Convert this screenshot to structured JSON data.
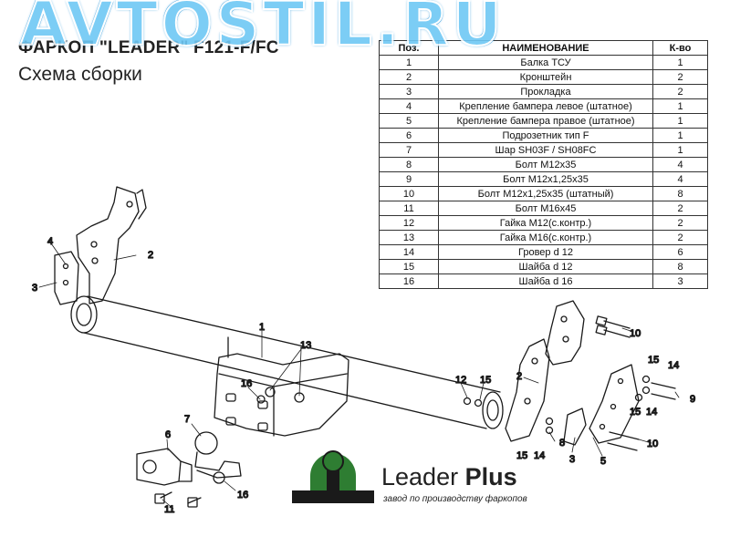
{
  "watermark": "AVTOSTIL.RU",
  "title": "ФАРКОП \"LEADER\" F121-F/FC",
  "subtitle": "Схема сборки",
  "table": {
    "headers": [
      "Поз.",
      "НАИМЕНОВАНИЕ",
      "К-во"
    ],
    "rows": [
      {
        "pos": "1",
        "name": "Балка ТСУ",
        "qty": "1"
      },
      {
        "pos": "2",
        "name": "Кронштейн",
        "qty": "2"
      },
      {
        "pos": "3",
        "name": "Прокладка",
        "qty": "2"
      },
      {
        "pos": "4",
        "name": "Крепление бампера левое (штатное)",
        "qty": "1"
      },
      {
        "pos": "5",
        "name": "Крепление бампера правое (штатное)",
        "qty": "1"
      },
      {
        "pos": "6",
        "name": "Подрозетник тип F",
        "qty": "1"
      },
      {
        "pos": "7",
        "name": "Шар SH03F / SH08FC",
        "qty": "1"
      },
      {
        "pos": "8",
        "name": "Болт М12х35",
        "qty": "4"
      },
      {
        "pos": "9",
        "name": "Болт М12х1,25х35",
        "qty": "4"
      },
      {
        "pos": "10",
        "name": "Болт М12х1,25х35 (штатный)",
        "qty": "8"
      },
      {
        "pos": "11",
        "name": "Болт М16х45",
        "qty": "2"
      },
      {
        "pos": "12",
        "name": "Гайка М12(с.контр.)",
        "qty": "2"
      },
      {
        "pos": "13",
        "name": "Гайка  М16(с.контр.)",
        "qty": "2"
      },
      {
        "pos": "14",
        "name": "Гровер d 12",
        "qty": "6"
      },
      {
        "pos": "15",
        "name": "Шайба d 12",
        "qty": "8"
      },
      {
        "pos": "16",
        "name": "Шайба d 16",
        "qty": "3"
      }
    ]
  },
  "callouts": {
    "c1": "1",
    "c2a": "2",
    "c2b": "2",
    "c3a": "3",
    "c3b": "3",
    "c4": "4",
    "c5": "5",
    "c6": "6",
    "c7": "7",
    "c8": "8",
    "c9": "9",
    "c10a": "10",
    "c10b": "10",
    "c11": "11",
    "c12": "12",
    "c13": "13",
    "c14a": "14",
    "c14b": "14",
    "c14c": "14",
    "c15a": "15",
    "c15b": "15",
    "c15c": "15",
    "c15d": "15",
    "c16a": "16",
    "c16b": "16"
  },
  "logo": {
    "brand_light": "Leader ",
    "brand_bold": "Plus",
    "tagline": "завод по производству фаркопов",
    "green": "#2e7d32",
    "dark": "#1a1a1a"
  },
  "colors": {
    "watermark": "#6ec8f5",
    "line": "#1a1a1a"
  }
}
